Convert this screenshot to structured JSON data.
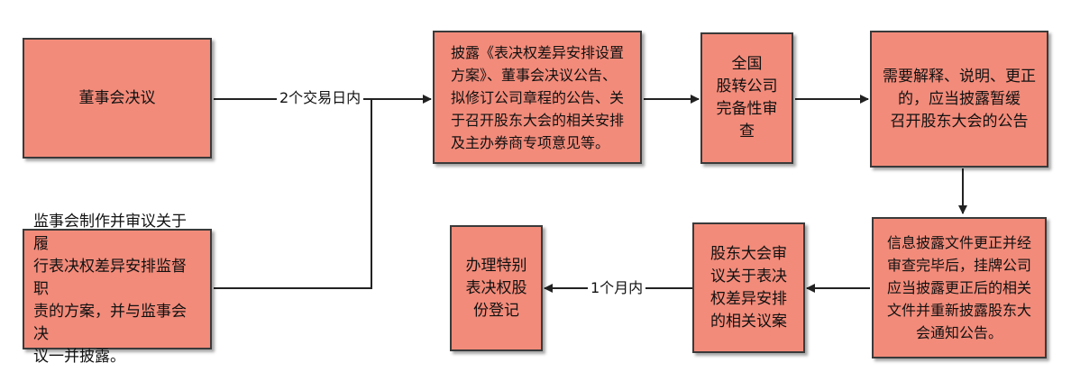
{
  "boxes": {
    "board_resolution": "董事会决议",
    "supervisory_board": "监事会制作并审议关于履\n行表决权差异安排监督职\n责的方案，并与监事会决\n议一并披露。",
    "disclosure_plan": "披露《表决权差异安排设置\n方案》、董事会决议公告、\n拟修订公司章程的公告、关\n于召开股东大会的相关安排\n及主办券商专项意见等。",
    "neeq_review": "全国\n股转公司\n完备性审\n查",
    "postpone_notice": "需要解释、说明、更正\n的，应当披露暂缓\n召开股东大会的公告",
    "corrected_disclosure": "信息披露文件更正并经\n审查完毕后，挂牌公司\n应当披露更正后的相关\n文件并重新披露股东大\n会通知公告。",
    "shareholder_meeting": "股东大会审\n议关于表决\n权差异安排\n的相关议案",
    "registration": "办理特别\n表决权股\n份登记"
  },
  "edges": {
    "two_trading_days": "2个交易日内",
    "one_month": "1个月内"
  }
}
